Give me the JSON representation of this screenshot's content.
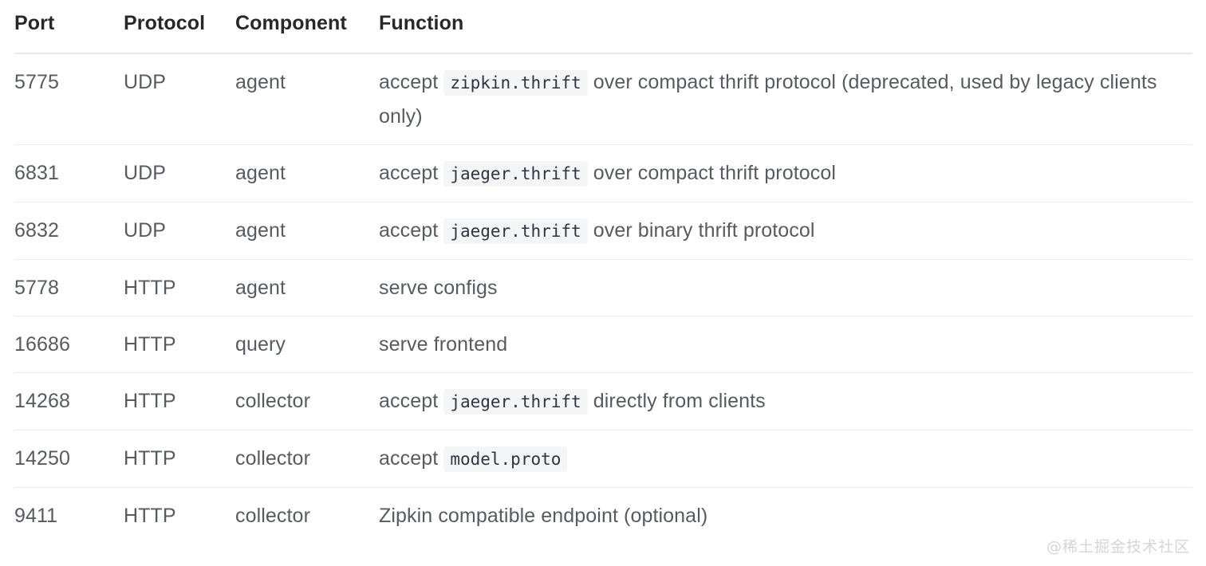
{
  "table": {
    "name": "jaeger-ports-table",
    "columns": [
      "Port",
      "Protocol",
      "Component",
      "Function"
    ],
    "rows": [
      {
        "port": "5775",
        "protocol": "UDP",
        "component": "agent",
        "function_parts": [
          {
            "type": "text",
            "value": "accept "
          },
          {
            "type": "code",
            "value": "zipkin.thrift"
          },
          {
            "type": "text",
            "value": " over compact thrift protocol (deprecated, used by legacy clients only)"
          }
        ]
      },
      {
        "port": "6831",
        "protocol": "UDP",
        "component": "agent",
        "function_parts": [
          {
            "type": "text",
            "value": "accept "
          },
          {
            "type": "code",
            "value": "jaeger.thrift"
          },
          {
            "type": "text",
            "value": " over compact thrift protocol"
          }
        ]
      },
      {
        "port": "6832",
        "protocol": "UDP",
        "component": "agent",
        "function_parts": [
          {
            "type": "text",
            "value": "accept "
          },
          {
            "type": "code",
            "value": "jaeger.thrift"
          },
          {
            "type": "text",
            "value": " over binary thrift protocol"
          }
        ]
      },
      {
        "port": "5778",
        "protocol": "HTTP",
        "component": "agent",
        "function_parts": [
          {
            "type": "text",
            "value": "serve configs"
          }
        ]
      },
      {
        "port": "16686",
        "protocol": "HTTP",
        "component": "query",
        "function_parts": [
          {
            "type": "text",
            "value": "serve frontend"
          }
        ]
      },
      {
        "port": "14268",
        "protocol": "HTTP",
        "component": "collector",
        "function_parts": [
          {
            "type": "text",
            "value": "accept "
          },
          {
            "type": "code",
            "value": "jaeger.thrift"
          },
          {
            "type": "text",
            "value": " directly from clients"
          }
        ]
      },
      {
        "port": "14250",
        "protocol": "HTTP",
        "component": "collector",
        "function_parts": [
          {
            "type": "text",
            "value": "accept "
          },
          {
            "type": "code",
            "value": "model.proto"
          }
        ]
      },
      {
        "port": "9411",
        "protocol": "HTTP",
        "component": "collector",
        "function_parts": [
          {
            "type": "text",
            "value": "Zipkin compatible endpoint (optional)"
          }
        ]
      }
    ]
  },
  "watermark": {
    "text": "@稀土掘金技术社区"
  },
  "colors": {
    "page_background": "#ffffff",
    "header_text": "#26282c",
    "body_text": "#565b61",
    "row_divider": "#eceef0",
    "header_divider": "#e7e8ea",
    "code_background": "#f4f5f7",
    "code_text": "#2e3440",
    "watermark_text": "#d3d5d8"
  }
}
